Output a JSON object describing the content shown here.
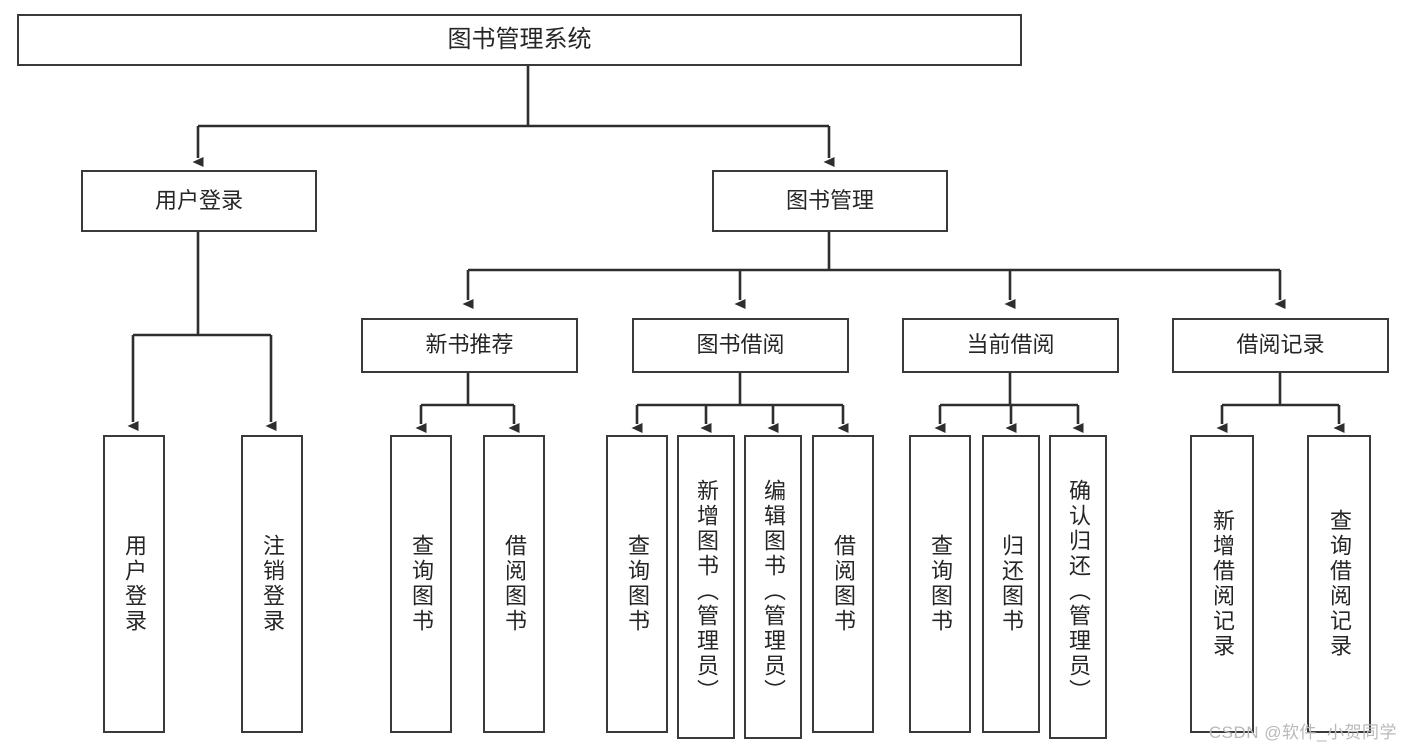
{
  "diagram": {
    "type": "tree",
    "title": "图书管理系统",
    "watermark": "CSDN @软件_小贺同学",
    "colors": {
      "box_border": "#3a3a3a",
      "box_fill": "#ffffff",
      "connector": "#2e2e2e",
      "text": "#262626",
      "watermark": "#b9b9b9",
      "background": "#ffffff"
    },
    "root": {
      "label": "图书管理系统"
    },
    "level2": [
      {
        "label": "用户登录"
      },
      {
        "label": "图书管理"
      }
    ],
    "level3": [
      {
        "label": "新书推荐"
      },
      {
        "label": "图书借阅"
      },
      {
        "label": "当前借阅"
      },
      {
        "label": "借阅记录"
      }
    ],
    "leaves": {
      "user_login": [
        {
          "label": "用户登录"
        },
        {
          "label": "注销登录"
        }
      ],
      "new_book_recommend": [
        {
          "label": "查询图书"
        },
        {
          "label": "借阅图书"
        }
      ],
      "book_borrow": [
        {
          "label": "查询图书"
        },
        {
          "label": "新增图书（管理员）"
        },
        {
          "label": "编辑图书（管理员）"
        },
        {
          "label": "借阅图书"
        }
      ],
      "current_borrow": [
        {
          "label": "查询图书"
        },
        {
          "label": "归还图书"
        },
        {
          "label": "确认归还（管理员）"
        }
      ],
      "borrow_record": [
        {
          "label": "新增借阅记录"
        },
        {
          "label": "查询借阅记录"
        }
      ]
    }
  }
}
